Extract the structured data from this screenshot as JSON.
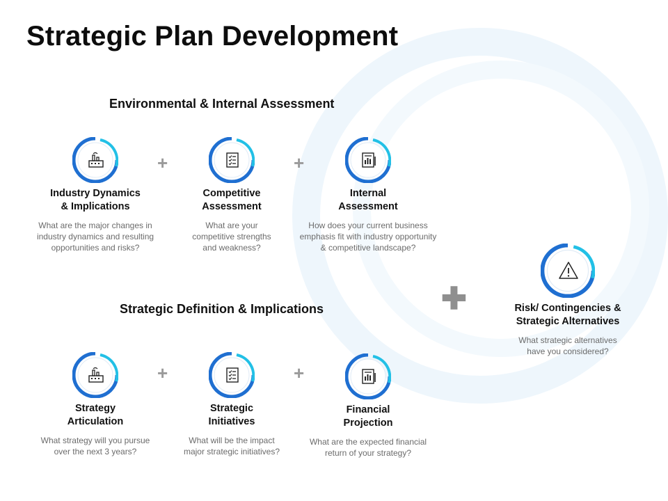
{
  "title": "Strategic Plan Development",
  "colors": {
    "accent_dark": "#1f6fd1",
    "accent_light": "#22c0e6",
    "swoosh": "#eaf4fb"
  },
  "sections": {
    "assessment": {
      "heading": "Environmental & Internal Assessment",
      "items": [
        {
          "title": "Industry Dynamics\n& Implications",
          "desc": "What are the major changes in\nindustry dynamics and resulting\nopportunities and risks?",
          "icon": "factory-icon"
        },
        {
          "title": "Competitive\nAssessment",
          "desc": "What are your\ncompetitive strengths\nand weakness?",
          "icon": "checklist-icon"
        },
        {
          "title": "Internal\nAssessment",
          "desc": "How does your current business\nemphasis fit with industry opportunity\n& competitive landscape?",
          "icon": "report-icon"
        }
      ]
    },
    "definition": {
      "heading": "Strategic Definition & Implications",
      "items": [
        {
          "title": "Strategy\nArticulation",
          "desc": "What strategy will you pursue\nover the next 3 years?",
          "icon": "factory-icon"
        },
        {
          "title": "Strategic\nInitiatives",
          "desc": "What will be the impact\nmajor strategic initiatives?",
          "icon": "checklist-icon"
        },
        {
          "title": "Financial\nProjection",
          "desc": "What are the expected financial\nreturn of your strategy?",
          "icon": "report-icon"
        }
      ]
    },
    "risk": {
      "title": "Risk/ Contingencies &\nStrategic Alternatives",
      "desc": "What strategic alternatives\nhave you considered?",
      "icon": "warning-icon"
    }
  },
  "plus_sign": "+",
  "plus_big": "✚"
}
